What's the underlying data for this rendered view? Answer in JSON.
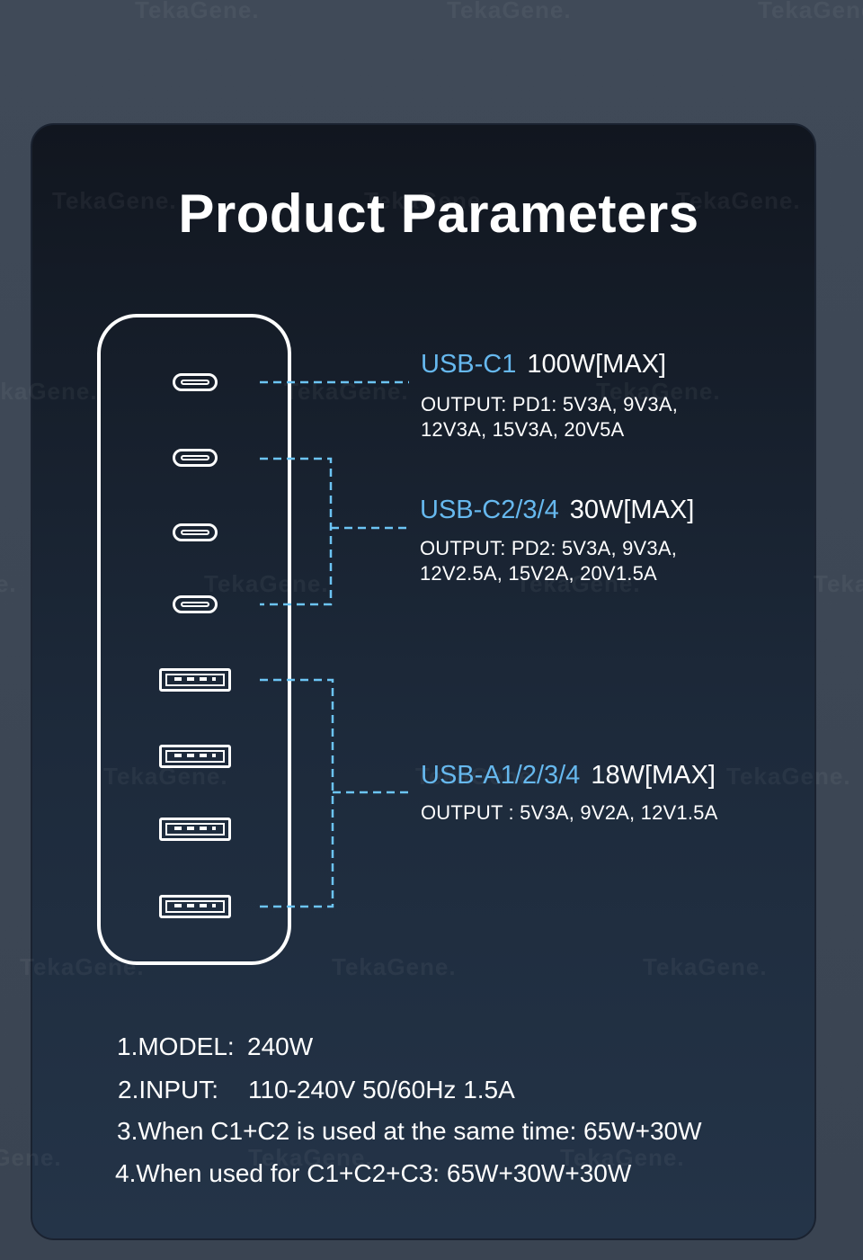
{
  "watermark": "TekaGene.",
  "title": "Product Parameters",
  "ports": {
    "usb_c": [
      "usb-c-port",
      "usb-c-port",
      "usb-c-port",
      "usb-c-port"
    ],
    "usb_a": [
      "usb-a-port",
      "usb-a-port",
      "usb-a-port",
      "usb-a-port"
    ]
  },
  "specs": [
    {
      "port": "USB-C1",
      "max": "100W[MAX]",
      "lines": [
        "OUTPUT: PD1: 5V3A, 9V3A,",
        "12V3A, 15V3A, 20V5A"
      ]
    },
    {
      "port": "USB-C2/3/4",
      "max": "30W[MAX]",
      "lines": [
        "OUTPUT: PD2: 5V3A, 9V3A,",
        "12V2.5A, 15V2A, 20V1.5A"
      ]
    },
    {
      "port": "USB-A1/2/3/4",
      "max": "18W[MAX]",
      "lines": [
        "OUTPUT : 5V3A, 9V2A, 12V1.5A"
      ]
    }
  ],
  "info": [
    {
      "label": "1.MODEL:",
      "value": "240W"
    },
    {
      "label": "2.INPUT:",
      "value": "110-240V 50/60Hz 1.5A"
    },
    {
      "label": "3.When C1+C2 is used at the same time: 65W+30W",
      "value": ""
    },
    {
      "label": "4.When used for C1+C2+C3: 65W+30W+30W",
      "value": ""
    }
  ],
  "colors": {
    "accent": "#66b8ee",
    "connector": "#6cc4f4",
    "background": "#3d4755",
    "card": "#182230"
  }
}
